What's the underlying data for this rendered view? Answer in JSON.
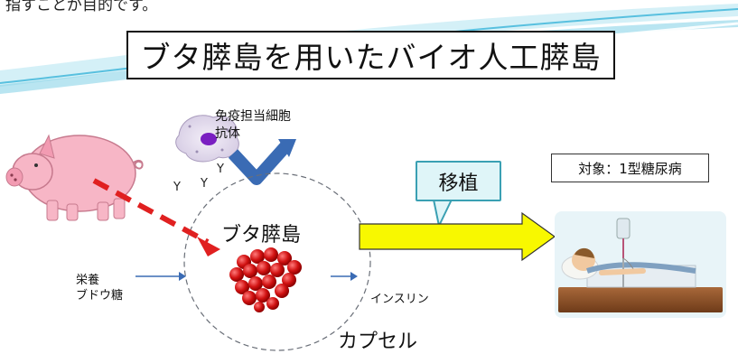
{
  "top_partial_text": "指すことが目的です。",
  "title": "ブタ膵島を用いたバイオ人工膵島",
  "immune": {
    "line1": "免疫担当細胞",
    "line2": "抗体"
  },
  "antibody_glyph": "Y",
  "pig_islet_label": "ブタ膵島",
  "nutrition": {
    "line1": "栄養",
    "line2": "ブドウ糖"
  },
  "insulin_label": "インスリン",
  "capsule_label": "カプセル",
  "transplant_label": "移植",
  "target_label": "対象：1型糖尿病",
  "icons": [
    "pig-icon",
    "immune-cell-icon",
    "blocked-checkmark-icon",
    "islet-cluster-icon",
    "patient-in-bed-icon"
  ],
  "colors": {
    "accent_teal": "#3aa0b3",
    "dashed_arrow_red": "#e02020",
    "islet_red": "#d11212",
    "transplant_arrow_yellow": "#f8f800",
    "pig_pink": "#f7b6c6",
    "check_blue": "#3a6bb4"
  }
}
